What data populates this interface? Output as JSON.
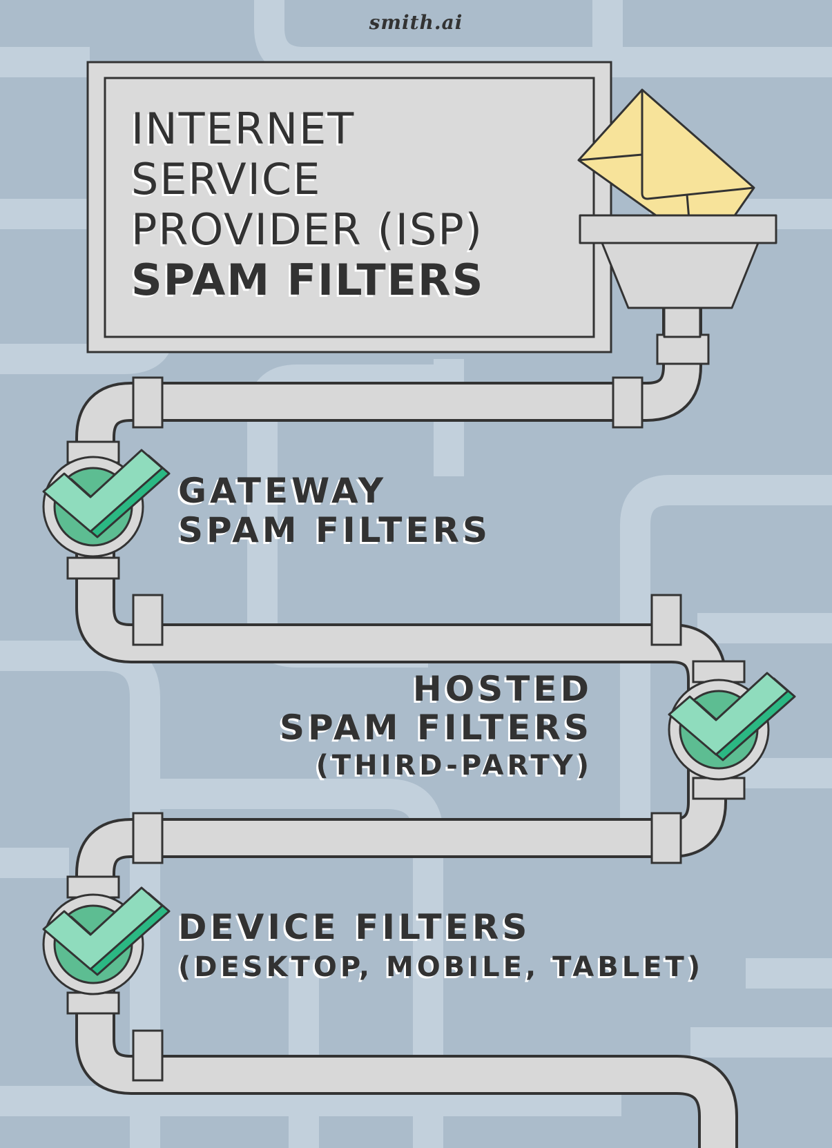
{
  "logo": "smith.ai",
  "stages": {
    "isp": {
      "lines": [
        "INTERNET",
        "SERVICE",
        "PROVIDER (ISP)",
        "SPAM FILTERS"
      ],
      "status": "envelope entering funnel"
    },
    "gateway": {
      "lines": [
        "GATEWAY",
        "SPAM FILTERS"
      ],
      "checked": true
    },
    "hosted": {
      "lines": [
        "HOSTED",
        "SPAM FILTERS",
        "(THIRD-PARTY)"
      ],
      "checked": true
    },
    "device": {
      "lines": [
        "DEVICE FILTERS",
        "(DESKTOP, MOBILE, TABLET)"
      ],
      "checked": true
    }
  },
  "icons": [
    "envelope-icon",
    "funnel-icon",
    "checkmark-icon"
  ],
  "colors": {
    "background": "#abbccb",
    "background_lines": "#c2d0dc",
    "pipe": "#d8d8d8",
    "outline": "#333333",
    "envelope": "#f7e39a",
    "check_fill": "#8fdcbd",
    "check_dark": "#2bb883",
    "valve_inner": "#5dbd92"
  }
}
